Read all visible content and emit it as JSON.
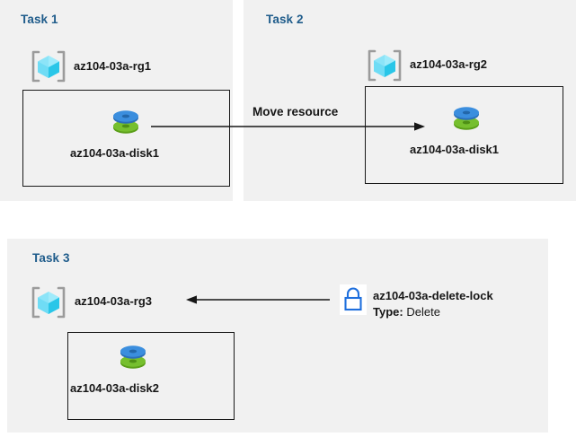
{
  "diagram": {
    "title_color": "#1f5c8b",
    "panel_bg": "#f1f1f1",
    "accent_blue": "#3a8ade",
    "accent_green": "#6ab024",
    "lock_blue": "#1f6fdd"
  },
  "panels": [
    {
      "id": "task1",
      "title": "Task 1",
      "resource_group": "az104-03a-rg1",
      "resource_group_icon": "resource-group-cube-icon",
      "resource": "az104-03a-disk1",
      "resource_icon": "managed-disk-icon"
    },
    {
      "id": "task2",
      "title": "Task 2",
      "resource_group": "az104-03a-rg2",
      "resource_group_icon": "resource-group-cube-icon",
      "resource": "az104-03a-disk1",
      "resource_icon": "managed-disk-icon"
    },
    {
      "id": "task3",
      "title": "Task 3",
      "resource_group": "az104-03a-rg3",
      "resource_group_icon": "resource-group-cube-icon",
      "resource": "az104-03a-disk2",
      "resource_icon": "managed-disk-icon"
    }
  ],
  "connectors": {
    "move": {
      "label": "Move resource",
      "direction": "right",
      "icon": "arrow-right-icon"
    },
    "lock": {
      "direction": "left",
      "icon": "arrow-left-icon"
    }
  },
  "lock": {
    "icon": "padlock-icon",
    "name": "az104-03a-delete-lock",
    "type_label": "Type:",
    "type_value": "Delete"
  }
}
